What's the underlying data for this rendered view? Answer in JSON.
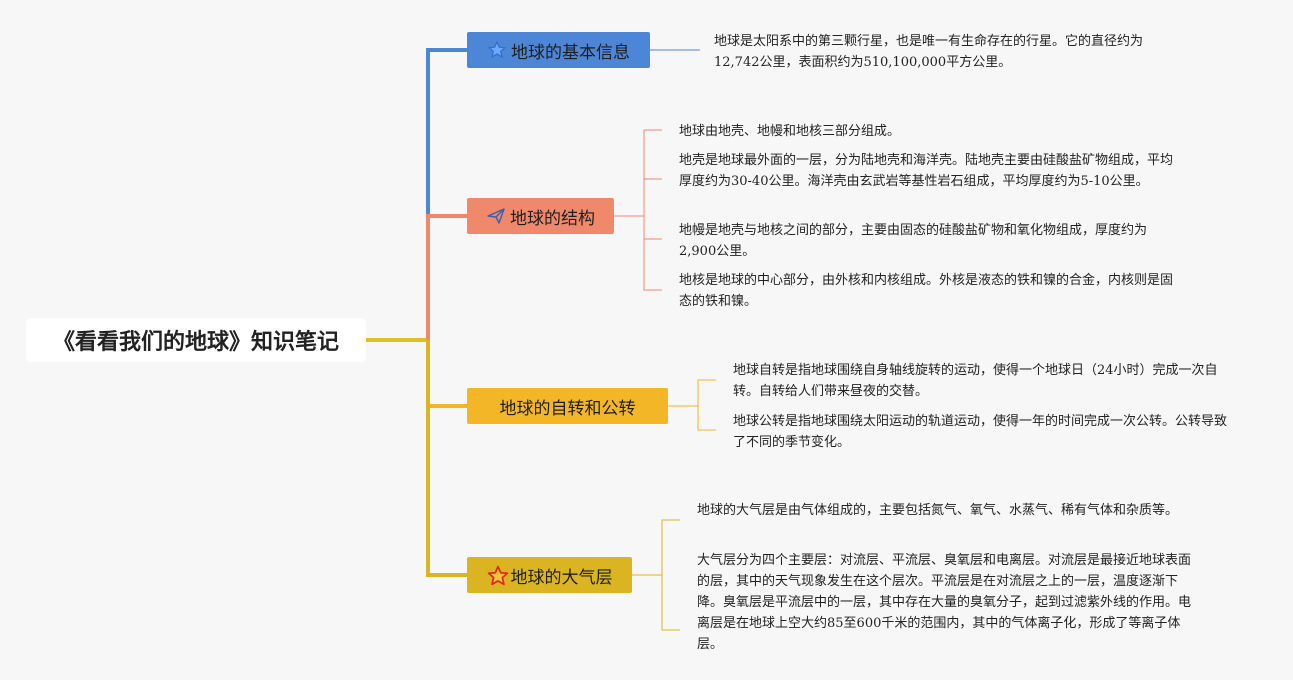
{
  "root": {
    "title": "《看看我们的地球》知识笔记"
  },
  "colors": {
    "blue": "#4d86d6",
    "salmon": "#f0896c",
    "orange": "#f3b626",
    "gold": "#dbb521",
    "root_line": "#e0c124"
  },
  "branches": [
    {
      "label": "地球的基本信息",
      "icon": "star-outline-icon",
      "leaves": [
        "地球是太阳系中的第三颗行星，也是唯一有生命存在的行星。它的直径约为12,742公里，表面积约为510,100,000平方公里。"
      ]
    },
    {
      "label": "地球的结构",
      "icon": "paper-plane-icon",
      "leaves": [
        "地球由地壳、地幔和地核三部分组成。",
        "地壳是地球最外面的一层，分为陆地壳和海洋壳。陆地壳主要由硅酸盐矿物组成，平均厚度约为30-40公里。海洋壳由玄武岩等基性岩石组成，平均厚度约为5-10公里。",
        "地幔是地壳与地核之间的部分，主要由固态的硅酸盐矿物和氧化物组成，厚度约为2,900公里。",
        "地核是地球的中心部分，由外核和内核组成。外核是液态的铁和镍的合金，内核则是固态的铁和镍。"
      ]
    },
    {
      "label": "地球的自转和公转",
      "icon": "",
      "leaves": [
        "地球自转是指地球围绕自身轴线旋转的运动，使得一个地球日（24小时）完成一次自转。自转给人们带来昼夜的交替。",
        "地球公转是指地球围绕太阳运动的轨道运动，使得一年的时间完成一次公转。公转导致了不同的季节变化。"
      ]
    },
    {
      "label": "地球的大气层",
      "icon": "red-star-icon",
      "leaves": [
        "地球的大气层是由气体组成的，主要包括氮气、氧气、水蒸气、稀有气体和杂质等。",
        "大气层分为四个主要层：对流层、平流层、臭氧层和电离层。对流层是最接近地球表面的层，其中的天气现象发生在这个层次。平流层是在对流层之上的一层，温度逐渐下降。臭氧层是平流层中的一层，其中存在大量的臭氧分子，起到过滤紫外线的作用。电离层是在地球上空大约85至600千米的范围内，其中的气体离子化，形成了等离子体层。"
      ]
    }
  ]
}
